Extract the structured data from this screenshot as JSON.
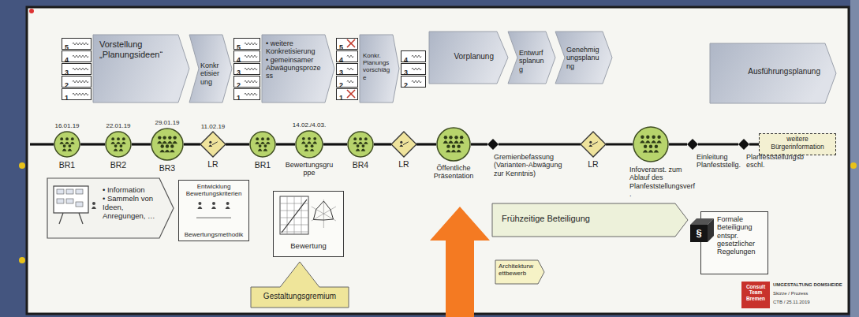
{
  "diagram": {
    "nodes": [
      {
        "text": [
          "5"
        ]
      },
      {
        "text": [
          "4"
        ]
      },
      {
        "text": [
          "3"
        ]
      },
      {
        "text": [
          "2"
        ]
      },
      {
        "text": [
          "1"
        ]
      },
      {
        "text": [
          "Vorstellung „Planungsideen“"
        ]
      },
      {
        "text": [
          "Konkretisierung"
        ]
      },
      {
        "text": [
          "5"
        ]
      },
      {
        "text": [
          "4"
        ]
      },
      {
        "text": [
          "3"
        ]
      },
      {
        "text": [
          "2"
        ]
      },
      {
        "text": [
          "1"
        ]
      },
      {
        "text": [
          "• weitere Konkretisierung",
          "• gemeinsamer Abwägungsprozess"
        ]
      },
      {
        "text": [
          "5"
        ]
      },
      {
        "text": [
          "4"
        ]
      },
      {
        "text": [
          "3"
        ]
      },
      {
        "text": [
          "2"
        ]
      },
      {
        "text": [
          "1"
        ]
      },
      {
        "text": [
          "Konkr. Planungsvorschläge"
        ]
      },
      {
        "text": [
          "4"
        ]
      },
      {
        "text": [
          "3"
        ]
      },
      {
        "text": [
          "2"
        ]
      },
      {
        "text": [
          "Vorplanung"
        ]
      },
      {
        "text": [
          "Entwurfsplanung"
        ]
      },
      {
        "text": [
          "Genehmigungsplanung"
        ]
      },
      {
        "text": [
          "Ausführungsplanung"
        ]
      },
      {
        "text": [
          "16.01.19",
          "BR1"
        ]
      },
      {
        "text": [
          "22.01.19",
          "BR2"
        ]
      },
      {
        "text": [
          "29.01.19",
          "BR3"
        ]
      },
      {
        "text": [
          "11.02.19",
          "LR"
        ]
      },
      {
        "text": [
          "BR1"
        ]
      },
      {
        "text": [
          "14.02./4.03.",
          "Bewertungsgruppe"
        ]
      },
      {
        "text": [
          "BR4"
        ]
      },
      {
        "text": [
          "LR"
        ]
      },
      {
        "text": [
          "Öffentliche Präsentation"
        ]
      },
      {
        "text": [
          "Gremienbefassung (Varianten-Abwägung zur Kenntnis)"
        ]
      },
      {
        "text": [
          "LR"
        ]
      },
      {
        "text": [
          "Infoveranst. zum Ablauf des Planfeststellungsverf."
        ]
      },
      {
        "text": [
          "Einleitung Planfeststellg."
        ]
      },
      {
        "text": [
          "Planfeststellungsbeschl."
        ]
      },
      {
        "text": [
          "weitere Bürgerinformation"
        ]
      },
      {
        "text": [
          "• Information",
          "• Sammeln von Ideen, Anregungen, …"
        ]
      },
      {
        "text": [
          "Entwicklung Bewertungskriterien",
          "Bewertungsmethodik"
        ]
      },
      {
        "text": [
          "Bewertung"
        ]
      },
      {
        "text": [
          "Gestaltungsgremium"
        ]
      },
      {
        "text": [
          "Frühzeitige Beteiligung"
        ]
      },
      {
        "text": [
          "Architekturwettbewerb"
        ]
      },
      {
        "text": [
          "§",
          "Formale Beteiligung entspr. gesetzlicher Regelungen"
        ]
      },
      {
        "text": [
          "Consult Team Bremen"
        ]
      }
    ],
    "edges": [
      {
        "from": 26,
        "to": 27,
        "arrow": "none"
      },
      {
        "from": 27,
        "to": 28,
        "arrow": "none"
      },
      {
        "from": 28,
        "to": 29,
        "arrow": "none"
      },
      {
        "from": 29,
        "to": 30,
        "arrow": "none"
      },
      {
        "from": 30,
        "to": 31,
        "arrow": "none"
      },
      {
        "from": 31,
        "to": 32,
        "arrow": "none"
      },
      {
        "from": 32,
        "to": 33,
        "arrow": "none"
      },
      {
        "from": 33,
        "to": 34,
        "arrow": "none"
      },
      {
        "from": 34,
        "to": 35,
        "arrow": "none"
      },
      {
        "from": 35,
        "to": 36,
        "arrow": "none"
      },
      {
        "from": 36,
        "to": 37,
        "arrow": "none"
      },
      {
        "from": 37,
        "to": 38,
        "arrow": "none"
      },
      {
        "from": 38,
        "to": 39,
        "arrow": "none"
      },
      {
        "from": 39,
        "to": 40,
        "arrow": "none"
      }
    ],
    "labels": [
      "UMGESTALTUNG DOMSHEIDE",
      "Skizze / Prozess",
      "CTB / 25.11.2019"
    ]
  }
}
